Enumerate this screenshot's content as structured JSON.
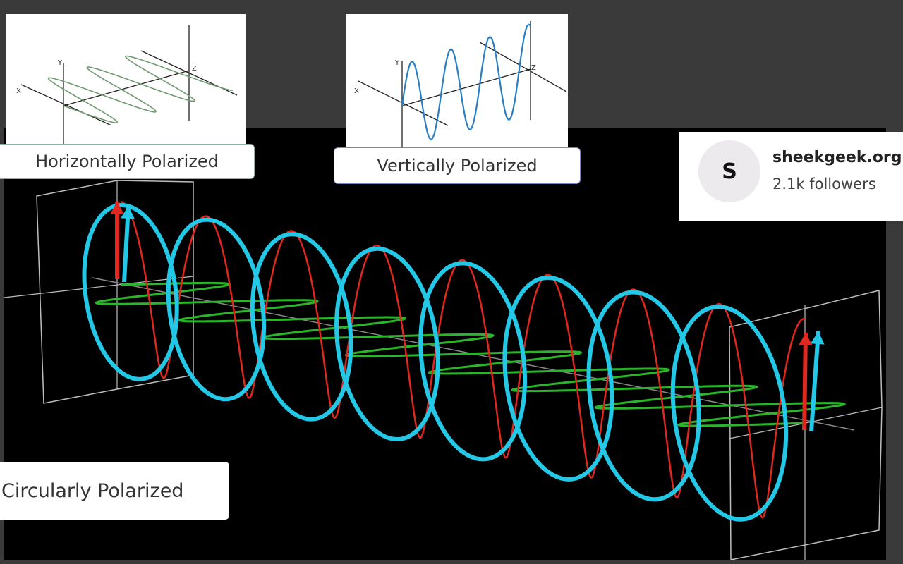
{
  "labels": {
    "horizontal": "Horizontally Polarized",
    "vertical": "Vertically Polarized",
    "circular": "Circularly Polarized"
  },
  "axes": {
    "x": "X",
    "y": "Y",
    "z": "Z"
  },
  "profile": {
    "avatar_letter": "S",
    "name": "sheekgeek.org",
    "followers": "2.1k followers"
  },
  "colors": {
    "background": "#3a3a3a",
    "scene": "#000000",
    "circular_wave": "#22c8e6",
    "vertical_component": "#e0281e",
    "horizontal_component": "#2bb52b",
    "horizontal_panel_wave": "#6f9a72",
    "vertical_panel_wave": "#2a7fc4",
    "frame": "#bdbdbd"
  }
}
